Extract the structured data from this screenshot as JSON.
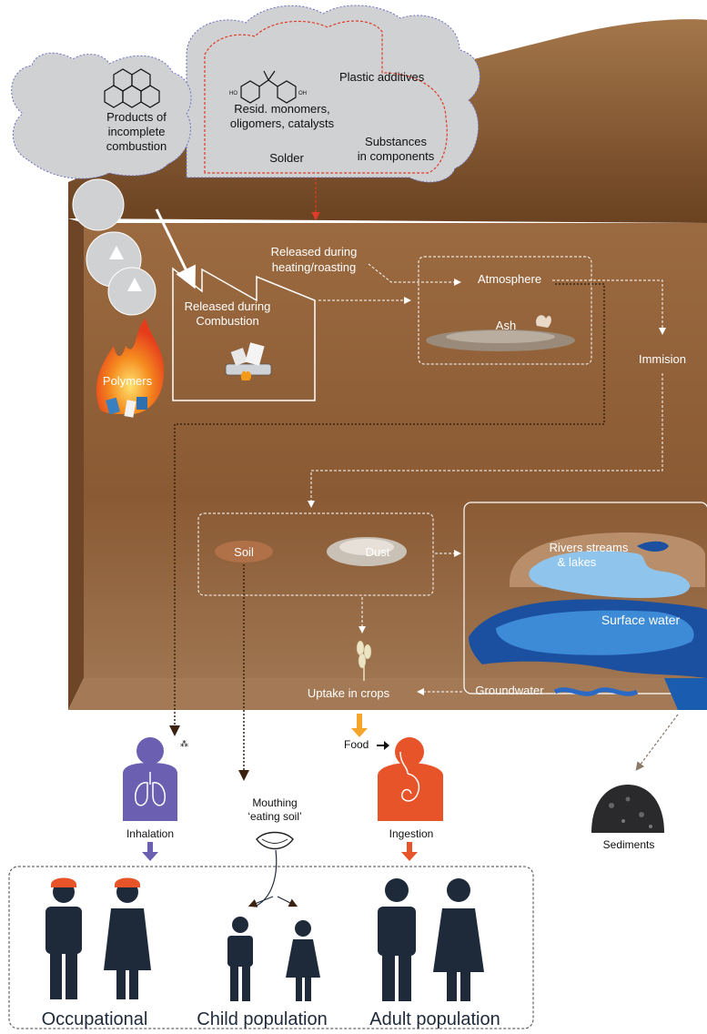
{
  "cloud": {
    "products_line1": "Products of",
    "products_line2": "incomplete",
    "products_line3": "combustion",
    "plastic_additives": "Plastic additives",
    "resid_line1": "Resid. monomers,",
    "resid_line2": "oligomers, catalysts",
    "solder": "Solder",
    "substances_line1": "Substances",
    "substances_line2": "in components",
    "chem_ho": "HO",
    "chem_oh": "OH"
  },
  "process": {
    "released_heating_line1": "Released during",
    "released_heating_line2": "heating/roasting",
    "released_combustion_line1": "Released during",
    "released_combustion_line2": "Combustion",
    "polymers": "Polymers",
    "atmosphere": "Atmosphere",
    "ash": "Ash",
    "immision": "Immision",
    "soil": "Soil",
    "dust": "Dust",
    "rivers_line1": "Rivers streams",
    "rivers_line2": "& lakes",
    "surface_water": "Surface water",
    "groundwater": "Groundwater",
    "uptake_crops": "Uptake in crops"
  },
  "exposure": {
    "food": "Food",
    "inhalation": "Inhalation",
    "ingestion": "Ingestion",
    "mouthing_line1": "Mouthing",
    "mouthing_line2": "‘eating soil’",
    "sediments": "Sediments"
  },
  "populations": {
    "occupational": "Occupational",
    "child": "Child population",
    "adult": "Adult population"
  },
  "colors": {
    "earth": "#8d5a33",
    "earth_dark": "#5e3a20",
    "cloud": "#d0d1d3",
    "inhalation": "#6a5fb0",
    "ingestion": "#e8542a",
    "food_arrow": "#f4a52a",
    "people": "#1e2a3a",
    "water_dark": "#1b4fa0",
    "water_light": "#3d8ad6"
  }
}
